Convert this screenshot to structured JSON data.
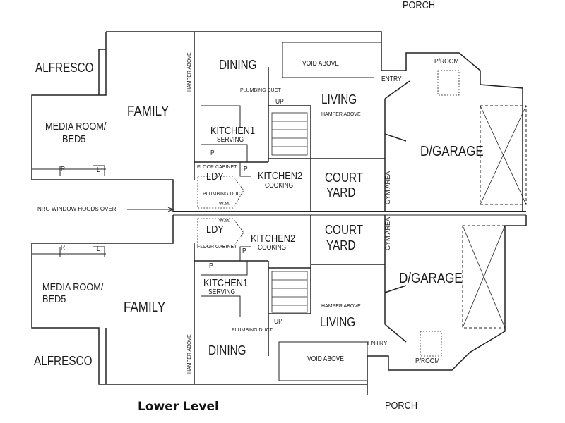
{
  "caption": "Lower Level",
  "note": "NRG WINDOW HOODS OVER",
  "upper_unit": {
    "alfresco": "ALFRESCO",
    "media_room": "MEDIA ROOM/",
    "bed": "BED5",
    "family": "FAMILY",
    "hamper_above_v": "HAMPER ABOVE",
    "dining": "DINING",
    "void_above": "VOID ABOVE",
    "entry": "ENTRY",
    "porch": "PORCH",
    "powder_room": "P/ROOM",
    "plumbing_duct": "PLUMBING DUCT",
    "up": "UP",
    "living": "LIVING",
    "hamper_above": "HAMPER ABOVE",
    "kitchen1": "KITCHEN1",
    "serving": "SERVING",
    "garage": "D/GARAGE",
    "kitchen2": "KITCHEN2",
    "cooking": "COOKING",
    "laundry": "LDY",
    "floor_cabinet": "FLOOR CABINET",
    "plumbing_duct_ldy": "PLUMBING DUCT",
    "washing_machine": "W.M.",
    "court": "COURT",
    "yard": "YARD",
    "gym_area": "GYM AREA",
    "r": "R",
    "l": "L",
    "p": "P"
  },
  "lower_unit": {
    "alfresco": "ALFRESCO",
    "media_room": "MEDIA ROOM/",
    "bed": "BED5",
    "family": "FAMILY",
    "hamper_above_v": "HAMPER ABOVE",
    "dining": "DINING",
    "void_above": "VOID ABOVE",
    "entry": "ENTRY",
    "porch": "PORCH",
    "powder_room": "P/ROOM",
    "plumbing_duct": "PLUMBING DUCT",
    "up": "UP",
    "living": "LIVING",
    "hamper_above": "HAMPER ABOVE",
    "kitchen1": "KITCHEN1",
    "serving": "SERVING",
    "garage": "D/GARAGE",
    "kitchen2": "KITCHEN2",
    "cooking": "COOKING",
    "laundry": "LDY",
    "floor_cabinet": "FLOOR CABINET",
    "washing_machine": "W.M.",
    "court": "COURT",
    "yard": "YARD",
    "gym_area": "GYM AREA",
    "r": "R",
    "l": "L",
    "p": "P"
  }
}
